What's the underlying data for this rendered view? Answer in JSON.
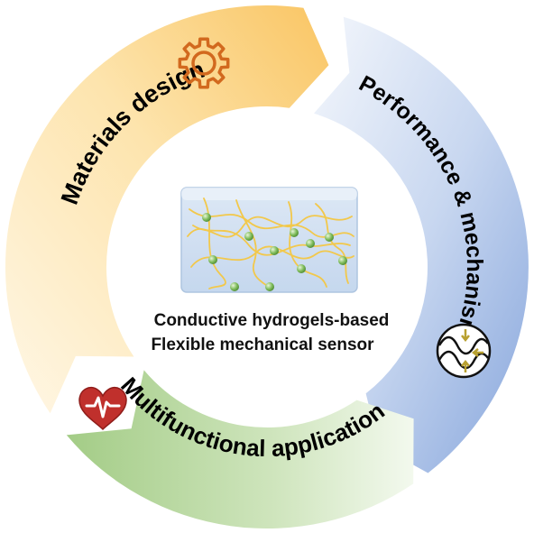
{
  "segments": [
    {
      "id": "materials",
      "label": "Materials design",
      "icon": "gear-icon",
      "color": "#f9c770"
    },
    {
      "id": "performance",
      "label": "Performance & mechanism",
      "icon": "wave-mechanism-icon",
      "color": "#8faee0"
    },
    {
      "id": "application",
      "label": "Multifunctional application",
      "icon": "heart-pulse-icon",
      "color": "#a9cf8f"
    }
  ],
  "center": {
    "line1": "Conductive hydrogels-based",
    "line2": "Flexible mechanical sensor"
  },
  "colors": {
    "gear_stroke": "#d2691e",
    "heart_fill": "#c0302c",
    "hydrogel_fiber": "#f2c84b",
    "hydrogel_particle": "#7dbb5a",
    "hydrogel_block": "#cfe0f2"
  }
}
